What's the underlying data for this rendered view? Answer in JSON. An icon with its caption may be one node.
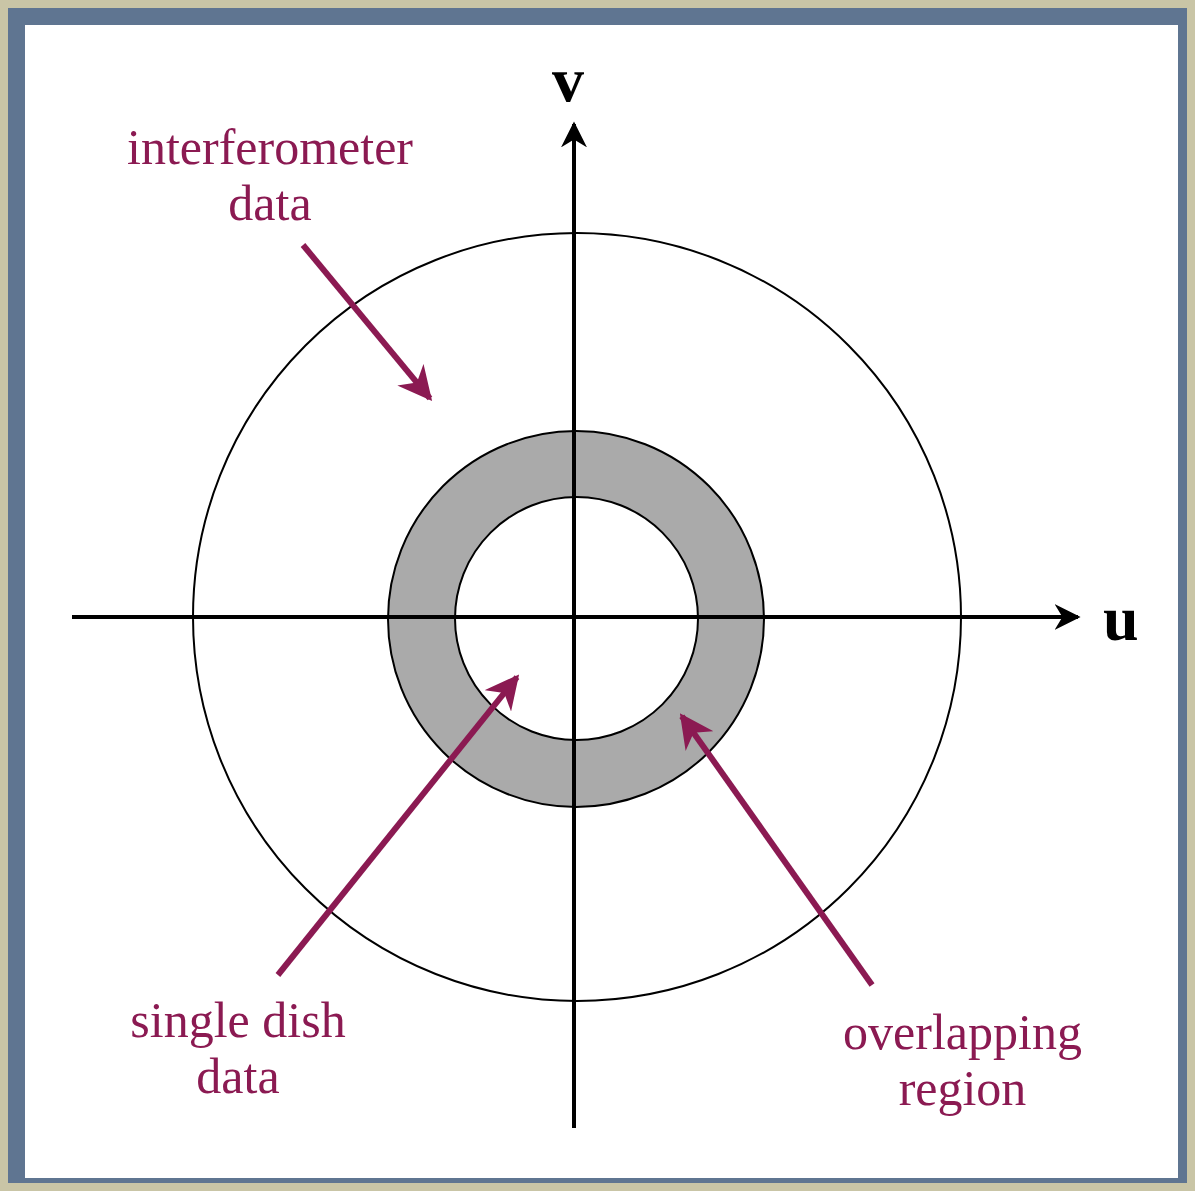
{
  "diagram": {
    "nodes": [
      {
        "text": [
          "interferometer data"
        ]
      },
      {
        "text": [],
        "shape": "circle"
      },
      {
        "text": [],
        "shape": "circle",
        "in": 1
      },
      {
        "text": [],
        "shape": "circle",
        "in": 2
      },
      {
        "text": [
          "single dish data"
        ]
      },
      {
        "text": [
          "overlapping region"
        ]
      }
    ],
    "edges": [
      {
        "from": 0,
        "to": 1,
        "arrow": "to"
      },
      {
        "from": 4,
        "to": 3,
        "arrow": "to"
      },
      {
        "from": 5,
        "to": 2,
        "arrow": "to"
      }
    ],
    "labels": [
      "v",
      "u"
    ]
  }
}
